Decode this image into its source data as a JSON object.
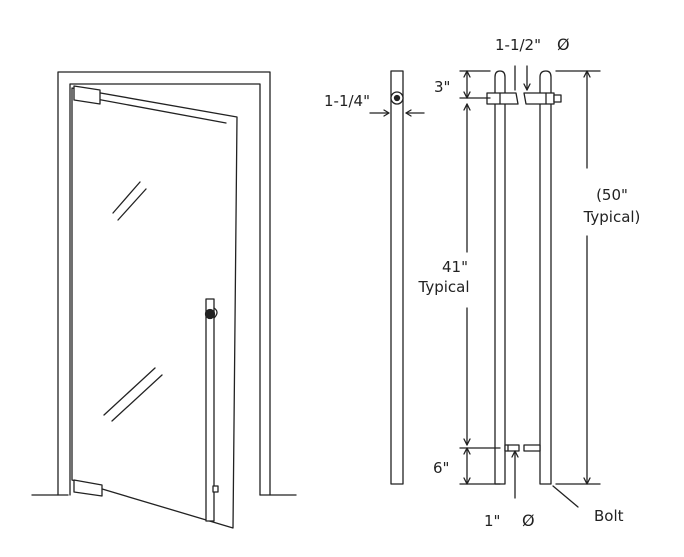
{
  "labels": {
    "handle_diameter": "1-1/2\"",
    "side_width": "1-1/4\"",
    "top_offset": "3\"",
    "overall_length_line1": "(50\"",
    "overall_length_line2": "Typical)",
    "grip_length_line1": "41\"",
    "grip_length_line2": "Typical",
    "bottom_offset": "6\"",
    "standoff_diameter": "1\"",
    "bolt": "Bolt"
  },
  "symbols": {
    "diameter": "Ø"
  },
  "colors": {
    "line": "#222222",
    "fill": "#ffffff"
  }
}
